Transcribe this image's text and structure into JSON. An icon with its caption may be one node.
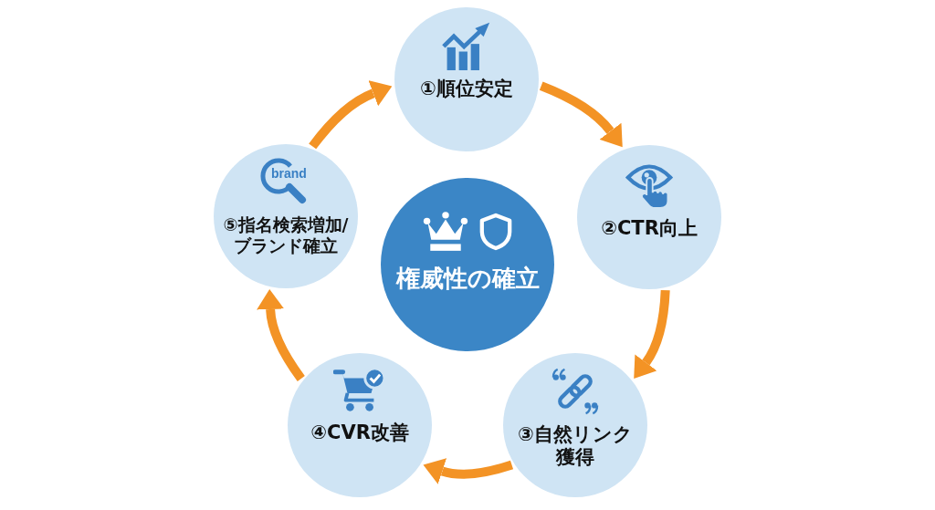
{
  "diagram": {
    "nodes": [
      {
        "text": [
          "①順位安定"
        ]
      },
      {
        "text": [
          "②CTR向上"
        ]
      },
      {
        "text": [
          "③自然リンク獲得"
        ]
      },
      {
        "text": [
          "④CVR改善"
        ]
      },
      {
        "text": [
          "⑤指名検索増加/ブランド確立"
        ]
      },
      {
        "text": [
          "権威性の確立"
        ]
      }
    ],
    "edges": [
      {
        "from": 0,
        "to": 1,
        "arrow": "to"
      },
      {
        "from": 1,
        "to": 2,
        "arrow": "to"
      },
      {
        "from": 2,
        "to": 3,
        "arrow": "to"
      },
      {
        "from": 3,
        "to": 4,
        "arrow": "to"
      },
      {
        "from": 4,
        "to": 0,
        "arrow": "to"
      }
    ],
    "labels": [
      "brand"
    ]
  }
}
